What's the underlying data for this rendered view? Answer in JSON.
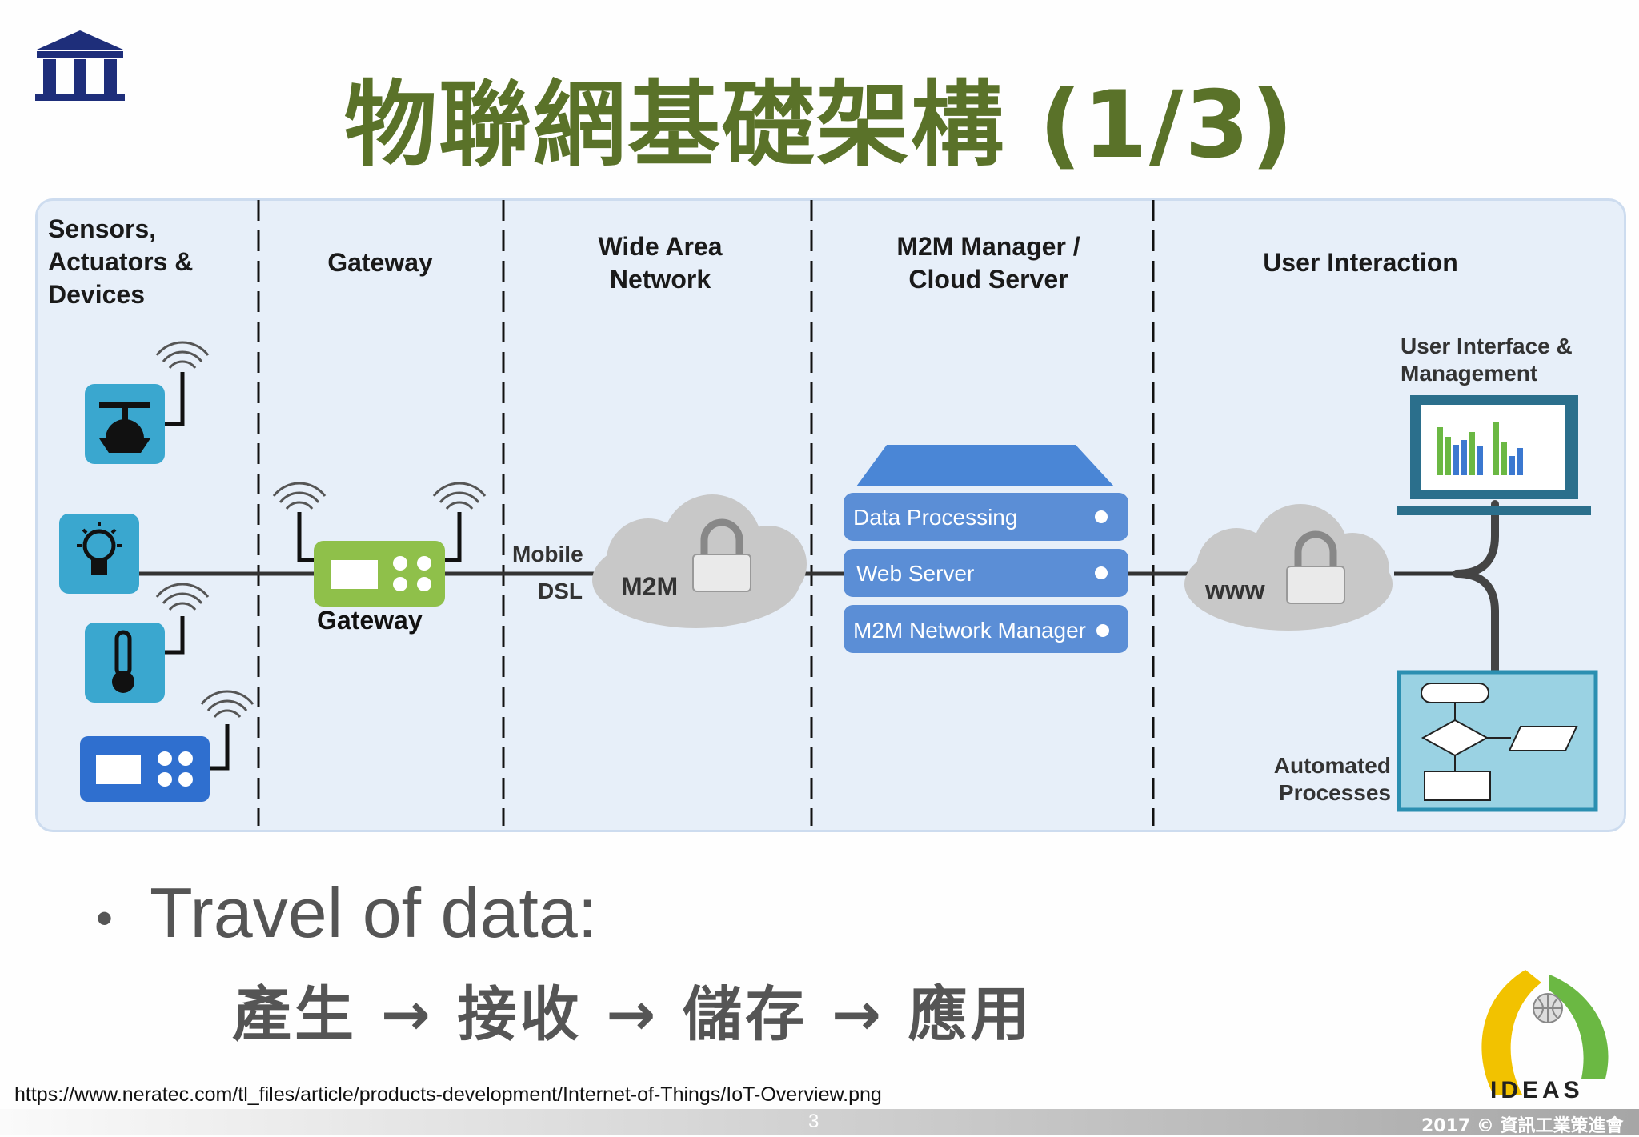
{
  "slide": {
    "title": "物聯網基礎架構 (1/3)",
    "bullet": "Travel of data:",
    "steps": "產生 → 接收 → 儲存 → 應用",
    "source_url": "https://www.neratec.com/tl_files/article/products-development/Internet-of-Things/IoT-Overview.png",
    "page_number": "3",
    "copyright": "2017 © 資訊工業策進會",
    "logo_text": "IDEAS"
  },
  "diagram": {
    "columns": [
      {
        "id": "sensors",
        "lines": [
          "Sensors,",
          "Actuators &",
          "Devices"
        ]
      },
      {
        "id": "gateway",
        "lines": [
          "Gateway"
        ]
      },
      {
        "id": "wan",
        "lines": [
          "Wide Area",
          "Network"
        ]
      },
      {
        "id": "m2m",
        "lines": [
          "M2M Manager /",
          "Cloud Server"
        ]
      },
      {
        "id": "user",
        "lines": [
          "User Interaction"
        ]
      }
    ],
    "gateway_label": "Gateway",
    "link_labels": {
      "mobile": "Mobile",
      "dsl": "DSL"
    },
    "cloud1_label": "M2M",
    "cloud2_label": "www",
    "server_items": [
      "Data Processing",
      "Web Server",
      "M2M Network Manager"
    ],
    "ui_label": [
      "User Interface &",
      "Management"
    ],
    "auto_label": [
      "Automated",
      "Processes"
    ],
    "colors": {
      "accent_title": "#5a7229",
      "panel": "#e7eff9",
      "server": "#5b8ed6",
      "device": "#3aa7cf",
      "gateway": "#8fc04a",
      "cloud": "#c8c8c8"
    }
  }
}
